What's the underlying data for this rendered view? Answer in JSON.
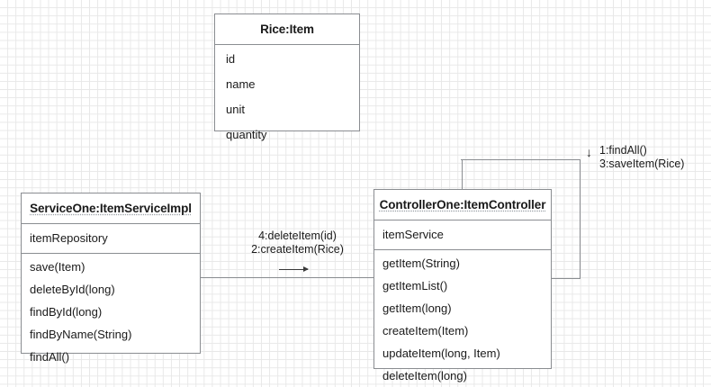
{
  "diagram": {
    "type": "uml-class-collaboration-diagram",
    "background": "graph-paper-grid",
    "grid_color": "#e8e8e8",
    "line_color": "#8a8d91",
    "text_color": "#1a1a1a"
  },
  "boxes": [
    {
      "id": "rice",
      "title": "Rice:Item",
      "spellcheck_underline": false,
      "attributes": [
        "id",
        "name",
        "unit",
        "quantity"
      ],
      "operations": []
    },
    {
      "id": "service-one",
      "title": "ServiceOne:ItemServiceImpl",
      "spellcheck_underline": true,
      "attributes": [
        "itemRepository"
      ],
      "operations": [
        "save(Item)",
        "deleteById(long)",
        "findById(long)",
        "findByName(String)",
        "findAll()"
      ]
    },
    {
      "id": "controller-one",
      "title": "ControllerOne:ItemController",
      "spellcheck_underline": true,
      "attributes": [
        "itemService"
      ],
      "operations": [
        "getItem(String)",
        "getItemList()",
        "getItem(long)",
        "createItem(Item)",
        "updateItem(long, Item)",
        "deleteItem(long)"
      ]
    }
  ],
  "edges": [
    {
      "id": "controller-to-service",
      "direction": "right",
      "arrow_icon": "arrow-right-icon",
      "messages": [
        "4:deleteItem(id)",
        "2:createItem(Rice)"
      ]
    },
    {
      "id": "controller-self-loop",
      "direction": "down",
      "arrow_icon": "arrow-down-icon",
      "arrow_glyph": "↓",
      "messages": [
        "1:findAll()",
        "3:saveItem(Rice)"
      ]
    }
  ]
}
